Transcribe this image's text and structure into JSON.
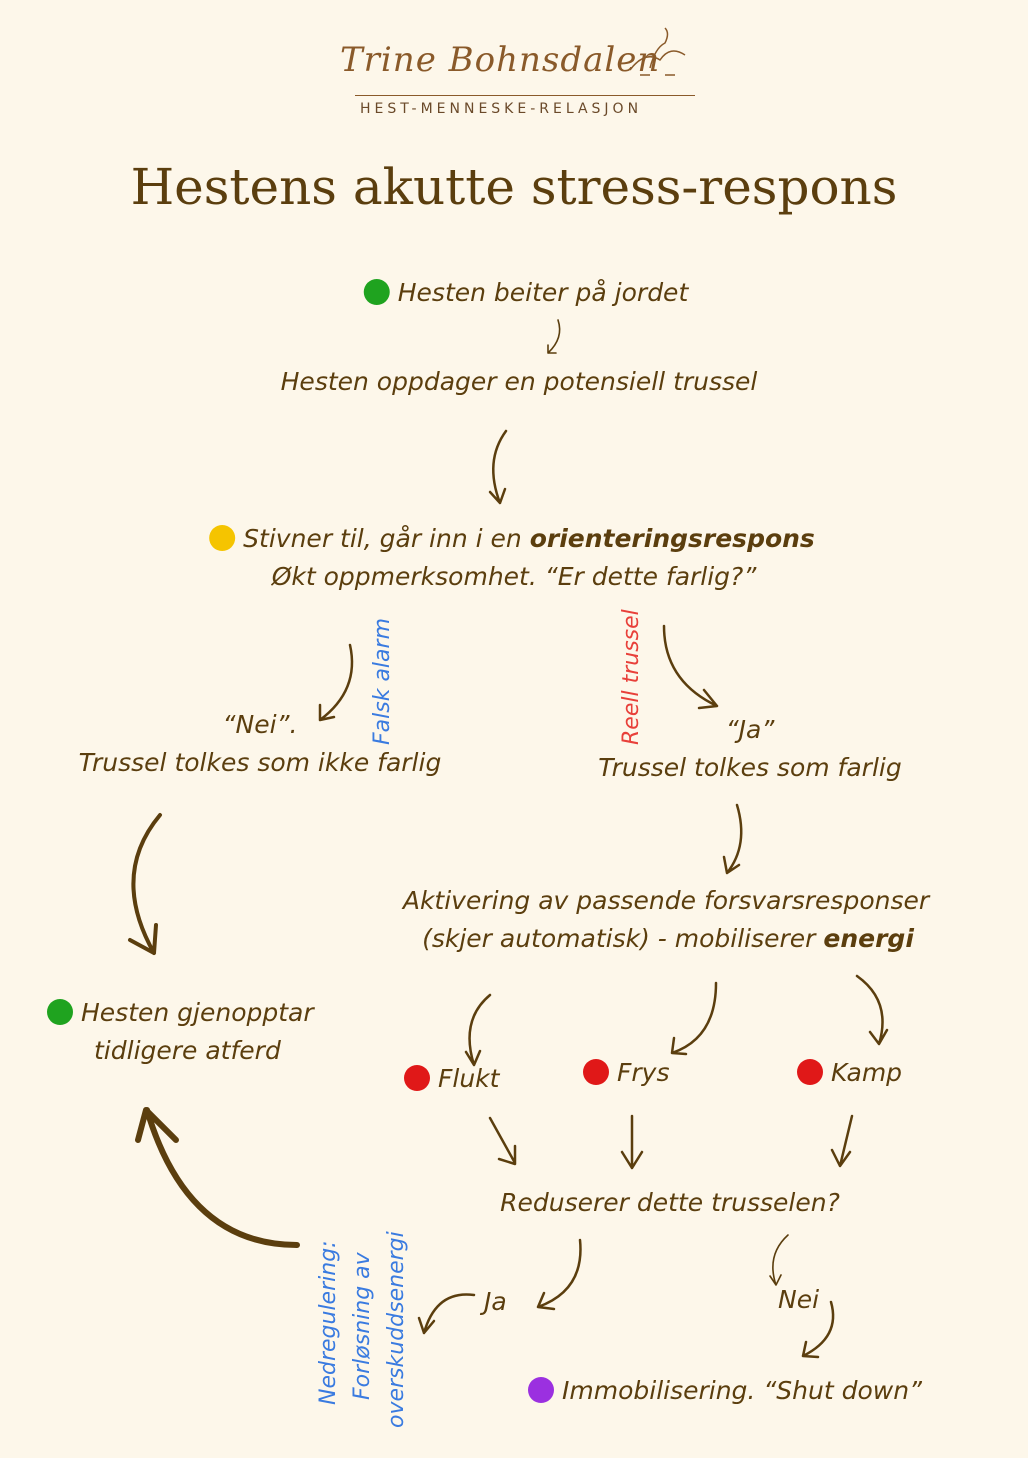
{
  "logo": {
    "name": "Trine Bohnsdalen",
    "tagline": "HEST-MENNESKE-RELASJON"
  },
  "title": "Hestens akutte stress-respons",
  "colors": {
    "green": "#1fa31f",
    "yellow": "#f5c400",
    "red": "#e01818",
    "purple": "#9b30e0",
    "blue": "#3a7be0",
    "redlabel": "#e8403a"
  },
  "nodes": {
    "grazing": "Hesten beiter på jordet",
    "detects": "Hesten oppdager en potensiell trussel",
    "freeze_pre": "Stivner til, går inn i en ",
    "freeze_bold": "orienteringsrespons",
    "attention": "Økt oppmerksomhet. “Er dette farlig?”",
    "no_quote": "“Nei”.",
    "no_text": "Trussel tolkes som ikke farlig",
    "yes_quote": "“Ja”",
    "yes_text": "Trussel tolkes som farlig",
    "activation1": "Aktivering av passende forsvarsresponser",
    "activation2_pre": "(skjer automatisk) - mobiliserer ",
    "activation2_bold": "energi",
    "resume1": "Hesten gjenopptar",
    "resume2": "tidligere atferd",
    "flight": "Flukt",
    "freeze": "Frys",
    "fight": "Kamp",
    "reduces": "Reduserer dette trusselen?",
    "ja": "Ja",
    "nei": "Nei",
    "shutdown": "Immobilisering. “Shut down”"
  },
  "labels": {
    "false_alarm": "Falsk alarm",
    "real_threat": "Reell trussel",
    "down1": "Nedregulering:",
    "down2": "Forløsning av",
    "down3": "overskuddsenergi"
  }
}
